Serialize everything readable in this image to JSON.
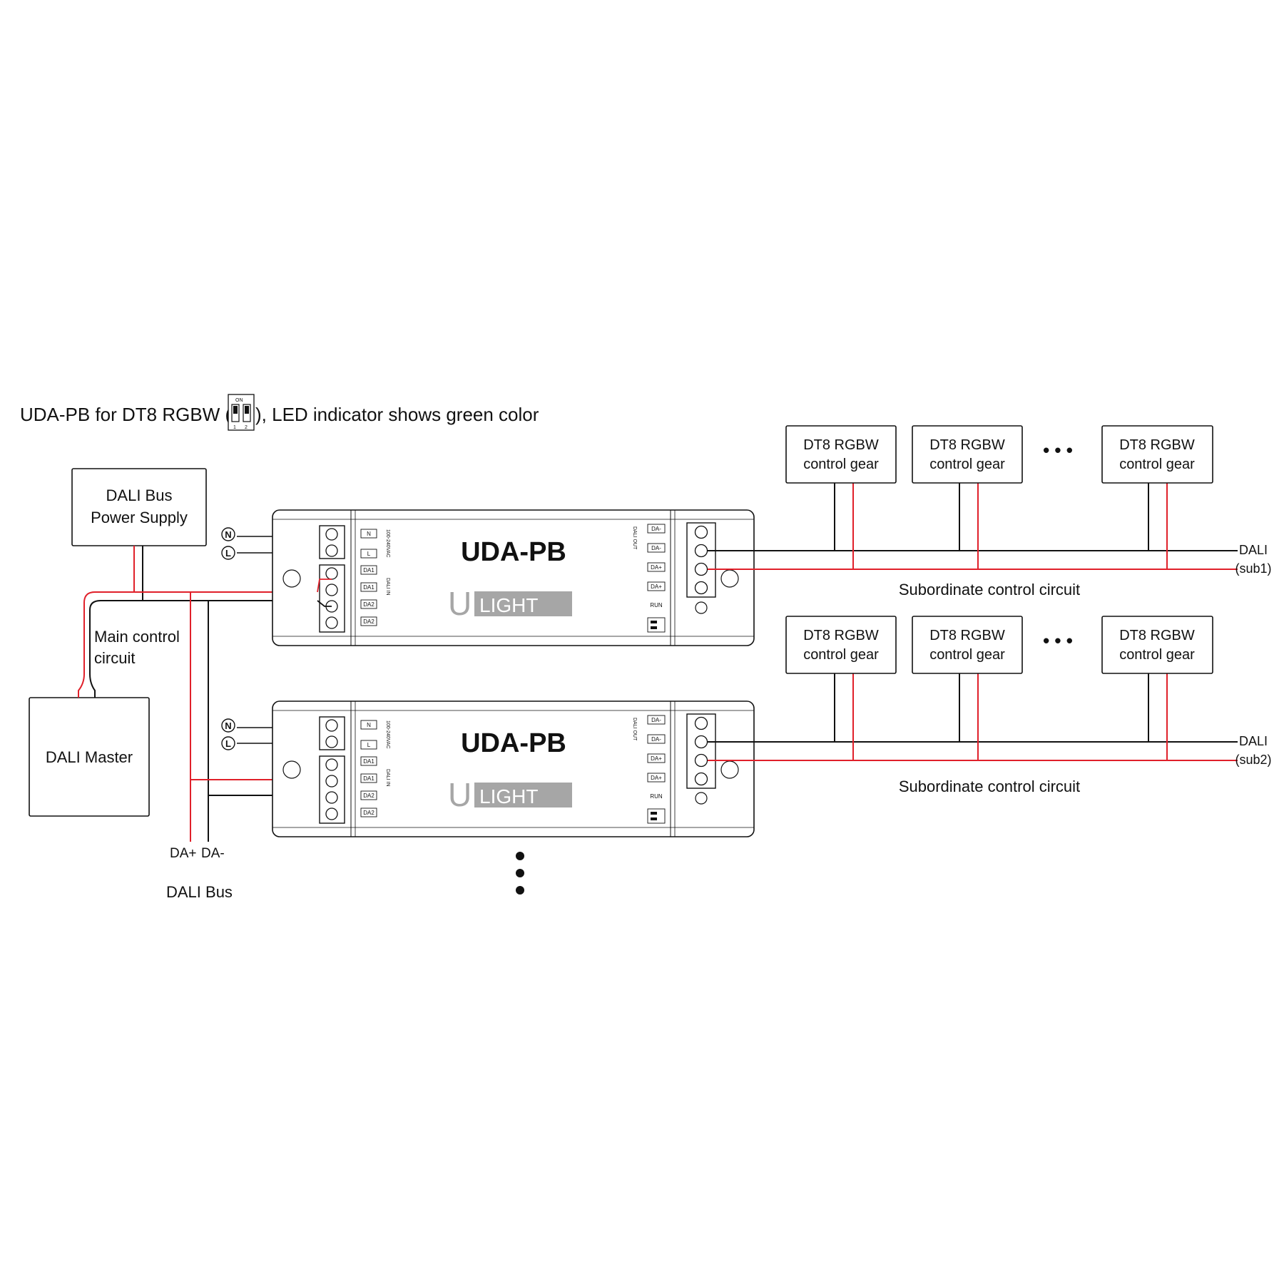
{
  "title": {
    "prefix": "UDA-PB for DT8 RGBW (",
    "suffix": "), LED indicator shows green color",
    "switch_on": "ON",
    "switch_1": "1",
    "switch_2": "2"
  },
  "power_supply": {
    "line1": "DALI Bus",
    "line2": "Power Supply"
  },
  "master": {
    "label": "DALI Master"
  },
  "main_circuit": {
    "line1": "Main control",
    "line2": "circuit"
  },
  "bus": {
    "da_plus": "DA+",
    "da_minus": "DA-",
    "label": "DALI Bus"
  },
  "mains": {
    "n": "N",
    "l": "L"
  },
  "device": {
    "name": "UDA-PB",
    "brand_u": "U",
    "brand_rest": "LIGHT",
    "vac": "100-240VAC",
    "dali_in": "DALI IN",
    "dali_out": "DALI OUT",
    "run": "RUN",
    "in_terminals": [
      "N",
      "L",
      "DA1",
      "DA1",
      "DA2",
      "DA2"
    ],
    "out_terminals": [
      "DA-",
      "DA-",
      "DA+",
      "DA+"
    ]
  },
  "gear": {
    "line1": "DT8 RGBW",
    "line2": "control gear",
    "ellipsis": "• • •"
  },
  "sub1": {
    "dali": "DALI",
    "sub": "(sub1)",
    "circuit": "Subordinate control circuit"
  },
  "sub2": {
    "dali": "DALI",
    "sub": "(sub2)",
    "circuit": "Subordinate control circuit"
  },
  "colors": {
    "red_wire": "#e0202a",
    "black_wire": "#111111",
    "logo_grey": "#a6a6a6"
  }
}
